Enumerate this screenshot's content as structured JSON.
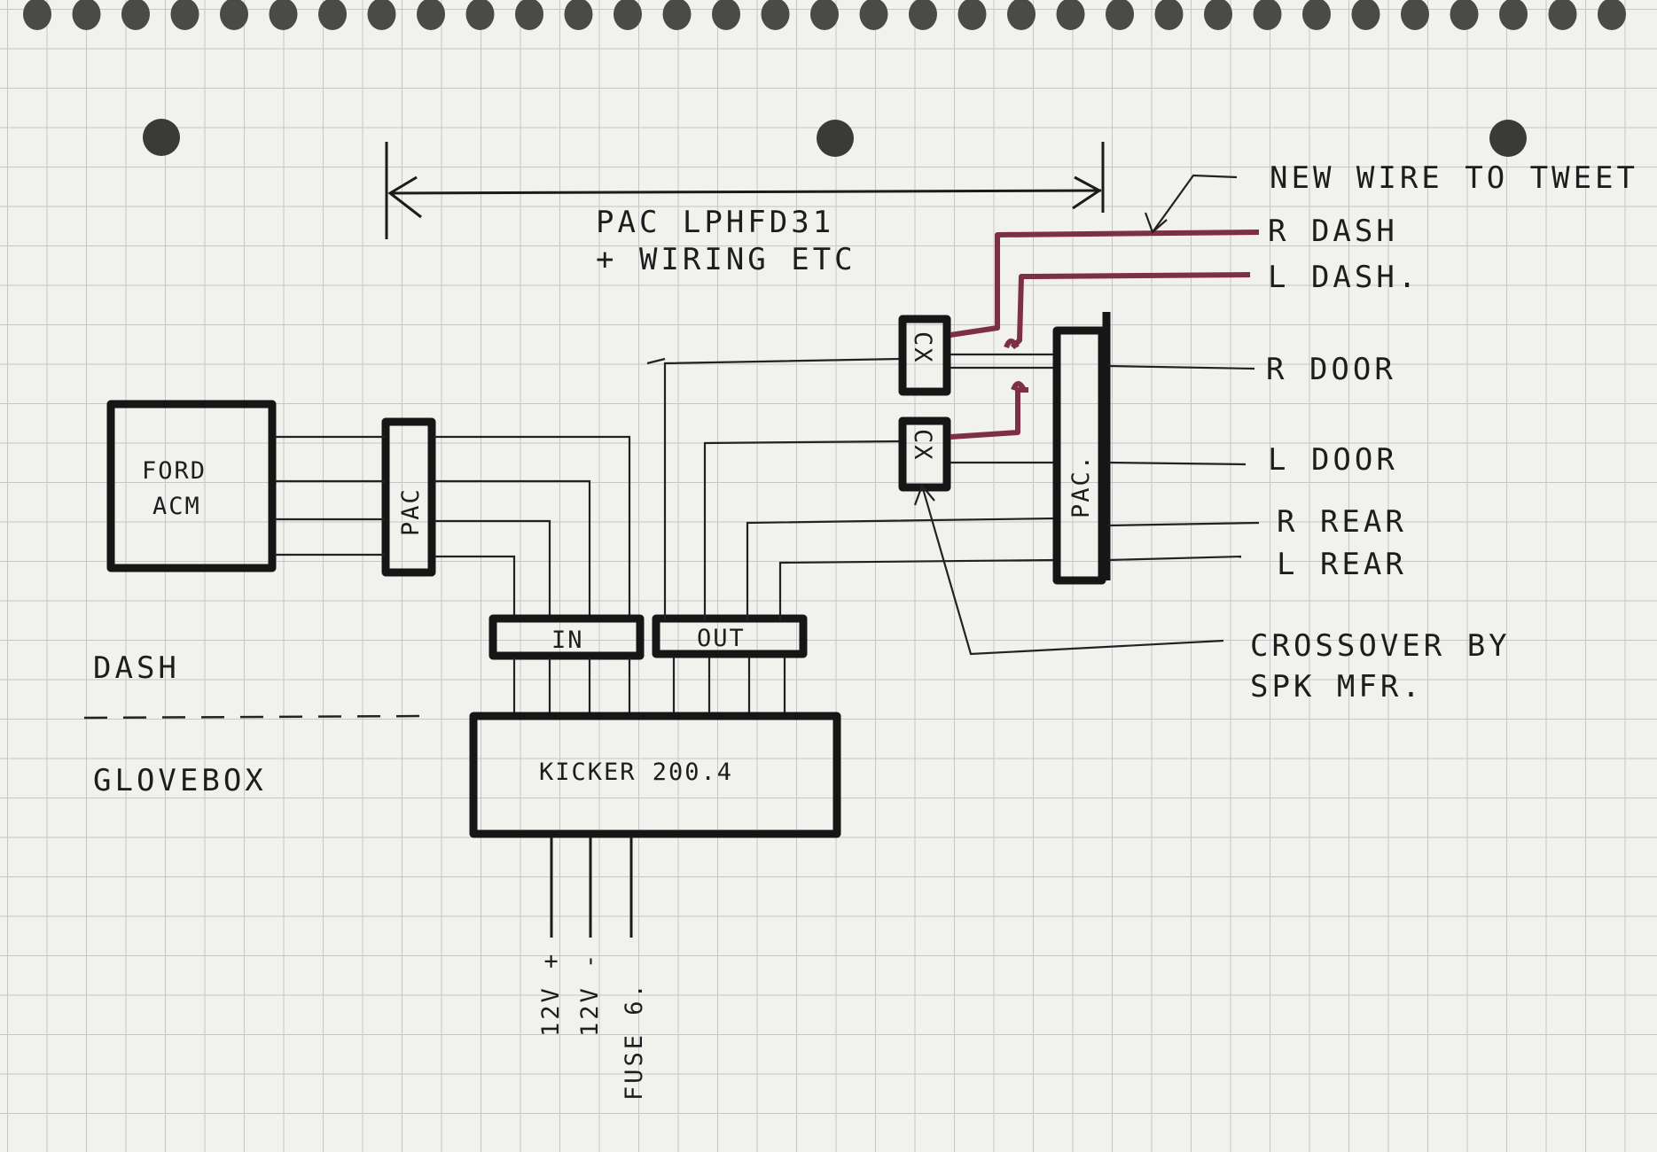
{
  "diagram": {
    "labels": {
      "pac_lphfd31": "PAC LPHFD31",
      "wiring_etc": "+ WIRING ETC",
      "new_wire": "NEW WIRE TO TWEET",
      "r_dash": "R DASH",
      "l_dash": "L DASH.",
      "r_door": "R DOOR",
      "l_door": "L DOOR",
      "r_rear": "R REAR",
      "l_rear": "L REAR",
      "crossover_1": "CROSSOVER BY",
      "crossover_2": "SPK MFR.",
      "dash": "DASH",
      "glovebox": "GLOVEBOX",
      "v12_plus": "12V +",
      "v12_minus": "12V -",
      "fuse": "FUSE 6."
    },
    "boxes": {
      "ford_acm_1": "FORD",
      "ford_acm_2": "ACM",
      "pac_left": "PAC",
      "pac_right": "PAC.",
      "cx_top": "CX",
      "cx_bottom": "CX",
      "in": "IN",
      "out": "OUT",
      "kicker": "KICKER 200.4"
    },
    "colors": {
      "ink": "#161616",
      "new_wire": "#7d2f45",
      "grid": "#c4c7ca",
      "paper": "#f1f1ee"
    }
  }
}
